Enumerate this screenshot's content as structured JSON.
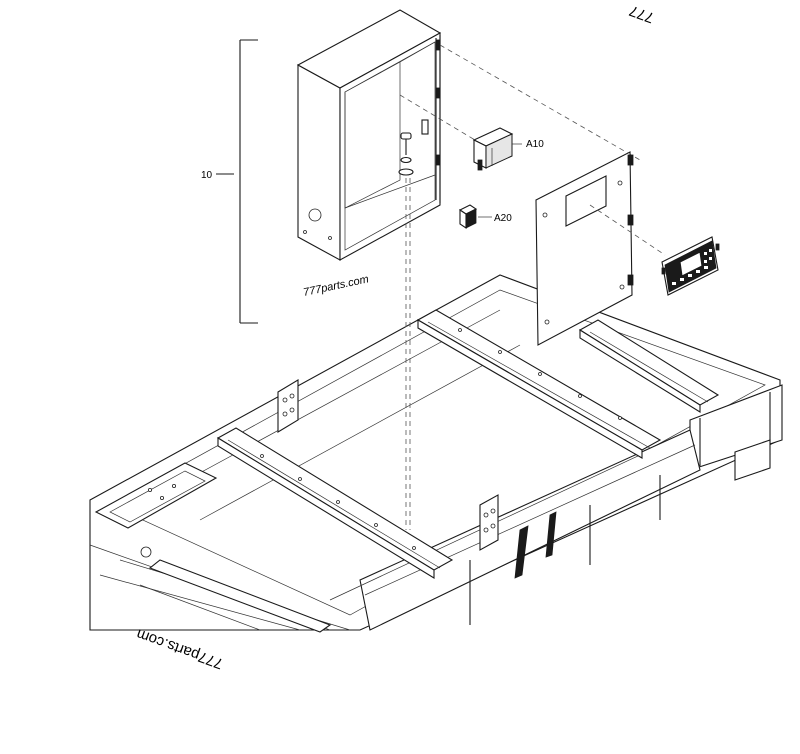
{
  "callouts": {
    "assembly": "10",
    "module_a10": "A10",
    "module_a20": "A20"
  },
  "watermarks": {
    "top_right": "777",
    "center": "777parts.com",
    "bottom_left": "777parts.com"
  },
  "colors": {
    "line": "#1a1a1a",
    "background": "#ffffff"
  }
}
